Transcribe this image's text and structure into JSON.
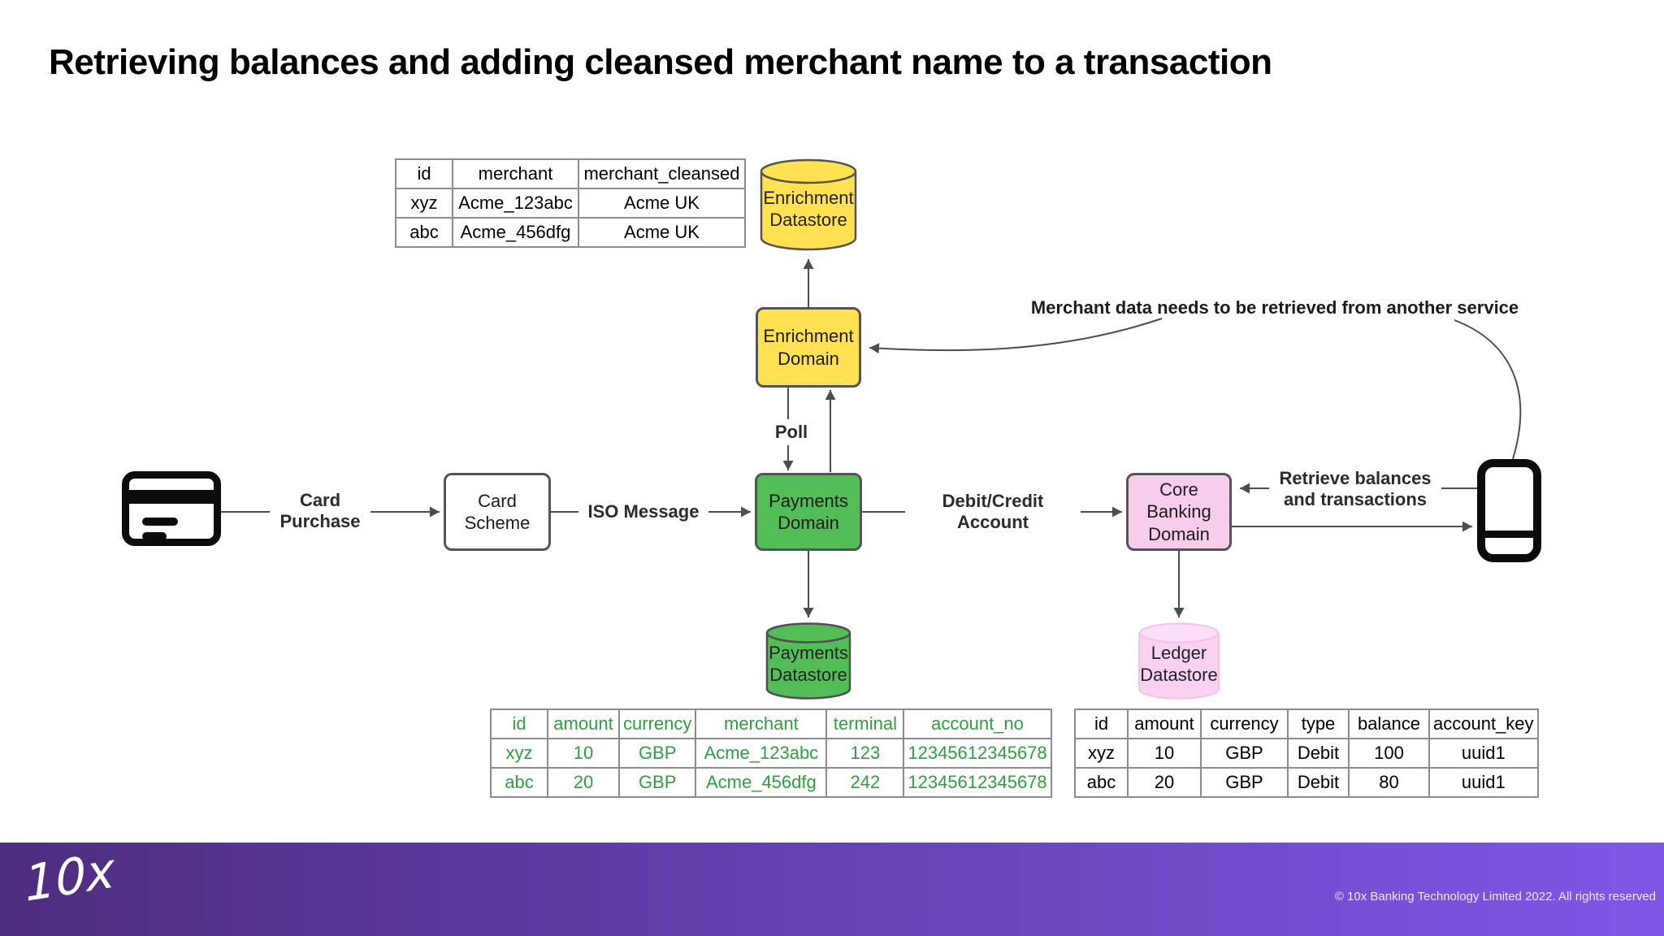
{
  "title": "Retrieving balances and adding cleansed merchant name to a transaction",
  "nodes": {
    "enrichment_datastore": "Enrichment\nDatastore",
    "enrichment_domain": "Enrichment\nDomain",
    "card_scheme": "Card\nScheme",
    "payments_domain": "Payments\nDomain",
    "core_banking_domain": "Core\nBanking\nDomain",
    "payments_datastore": "Payments\nDatastore",
    "ledger_datastore": "Ledger\nDatastore"
  },
  "edges": {
    "card_purchase": "Card\nPurchase",
    "iso_message": "ISO Message",
    "debit_credit": "Debit/Credit Account",
    "poll": "Poll",
    "retrieve": "Retrieve balances\nand transactions",
    "annotation": "Merchant data needs to be retrieved from another service"
  },
  "icons": {
    "card": "credit-card-icon",
    "phone": "mobile-phone-icon"
  },
  "tables": {
    "enrichment": {
      "headers": [
        "id",
        "merchant",
        "merchant_cleansed"
      ],
      "rows": [
        [
          "xyz",
          "Acme_123abc",
          "Acme UK"
        ],
        [
          "abc",
          "Acme_456dfg",
          "Acme UK"
        ]
      ]
    },
    "payments": {
      "headers": [
        "id",
        "amount",
        "currency",
        "merchant",
        "terminal",
        "account_no"
      ],
      "rows": [
        [
          "xyz",
          "10",
          "GBP",
          "Acme_123abc",
          "123",
          "12345612345678"
        ],
        [
          "abc",
          "20",
          "GBP",
          "Acme_456dfg",
          "242",
          "12345612345678"
        ]
      ]
    },
    "ledger": {
      "headers": [
        "id",
        "amount",
        "currency",
        "type",
        "balance",
        "account_key"
      ],
      "rows": [
        [
          "xyz",
          "10",
          "GBP",
          "Debit",
          "100",
          "uuid1"
        ],
        [
          "abc",
          "20",
          "GBP",
          "Debit",
          "80",
          "uuid1"
        ]
      ]
    }
  },
  "colors": {
    "yellow": "#FFE152",
    "green": "#53BE58",
    "pink": "#F8CDEC",
    "pink_light": "#F8D2F0",
    "line": "#4d4d4d",
    "green_text": "#2F9E3F",
    "footer_left": "#4E2D80",
    "footer_right": "#7E57E7"
  },
  "footer": {
    "logo": "10x",
    "copyright": "© 10x Banking Technology Limited 2022. All rights reserved"
  }
}
